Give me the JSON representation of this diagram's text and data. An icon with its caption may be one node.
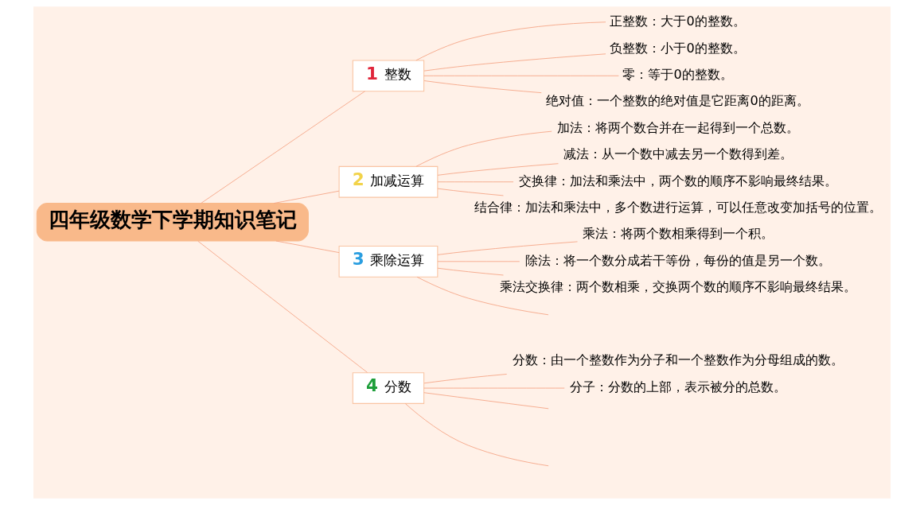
{
  "diagram": {
    "nodes": [
      {
        "text": [
          "四年级数学下学期知识笔记"
        ]
      },
      {
        "text": [
          "1",
          "整数"
        ]
      },
      {
        "text": [
          "正整数：大于0的整数。"
        ]
      },
      {
        "text": [
          "负整数：小于0的整数。"
        ]
      },
      {
        "text": [
          "零：等于0的整数。"
        ]
      },
      {
        "text": [
          "绝对值：一个整数的绝对值是它距离0的距离。"
        ]
      },
      {
        "text": [
          "2",
          "加减运算"
        ]
      },
      {
        "text": [
          "加法：将两个数合并在一起得到一个总数。"
        ]
      },
      {
        "text": [
          "减法：从一个数中减去另一个数得到差。"
        ]
      },
      {
        "text": [
          "交换律：加法和乘法中，两个数的顺序不影响最终结果。"
        ]
      },
      {
        "text": [
          "结合律：加法和乘法中，多个数进行运算，可以任意改变加括号的位置。"
        ]
      },
      {
        "text": [
          "3",
          "乘除运算"
        ]
      },
      {
        "text": [
          "乘法：将两个数相乘得到一个积。"
        ]
      },
      {
        "text": [
          "除法：将一个数分成若干等份，每份的值是另一个数。"
        ]
      },
      {
        "text": [
          "乘法交换律：两个数相乘，交换两个数的顺序不影响最终结果。"
        ]
      },
      {
        "text": [
          "4",
          "分数"
        ]
      },
      {
        "text": [
          "分数：由一个整数作为分子和一个整数作为分母组成的数。"
        ]
      },
      {
        "text": [
          "分子：分数的上部，表示被分的总数。"
        ]
      }
    ],
    "edges": [
      {
        "from": 0,
        "to": 1,
        "arrow": "none"
      },
      {
        "from": 1,
        "to": 2,
        "arrow": "none"
      },
      {
        "from": 1,
        "to": 3,
        "arrow": "none"
      },
      {
        "from": 1,
        "to": 4,
        "arrow": "none"
      },
      {
        "from": 1,
        "to": 5,
        "arrow": "none"
      },
      {
        "from": 0,
        "to": 6,
        "arrow": "none"
      },
      {
        "from": 6,
        "to": 7,
        "arrow": "none"
      },
      {
        "from": 6,
        "to": 8,
        "arrow": "none"
      },
      {
        "from": 6,
        "to": 9,
        "arrow": "none"
      },
      {
        "from": 6,
        "to": 10,
        "arrow": "none"
      },
      {
        "from": 0,
        "to": 11,
        "arrow": "none"
      },
      {
        "from": 11,
        "to": 12,
        "arrow": "none"
      },
      {
        "from": 11,
        "to": 13,
        "arrow": "none"
      },
      {
        "from": 11,
        "to": 14,
        "arrow": "none"
      },
      {
        "from": 11,
        "to": null,
        "arrow": "none"
      },
      {
        "from": 0,
        "to": 15,
        "arrow": "none"
      },
      {
        "from": 15,
        "to": 16,
        "arrow": "none"
      },
      {
        "from": 15,
        "to": 17,
        "arrow": "none"
      },
      {
        "from": 15,
        "to": null,
        "arrow": "none"
      },
      {
        "from": 15,
        "to": null,
        "arrow": "none"
      }
    ]
  }
}
